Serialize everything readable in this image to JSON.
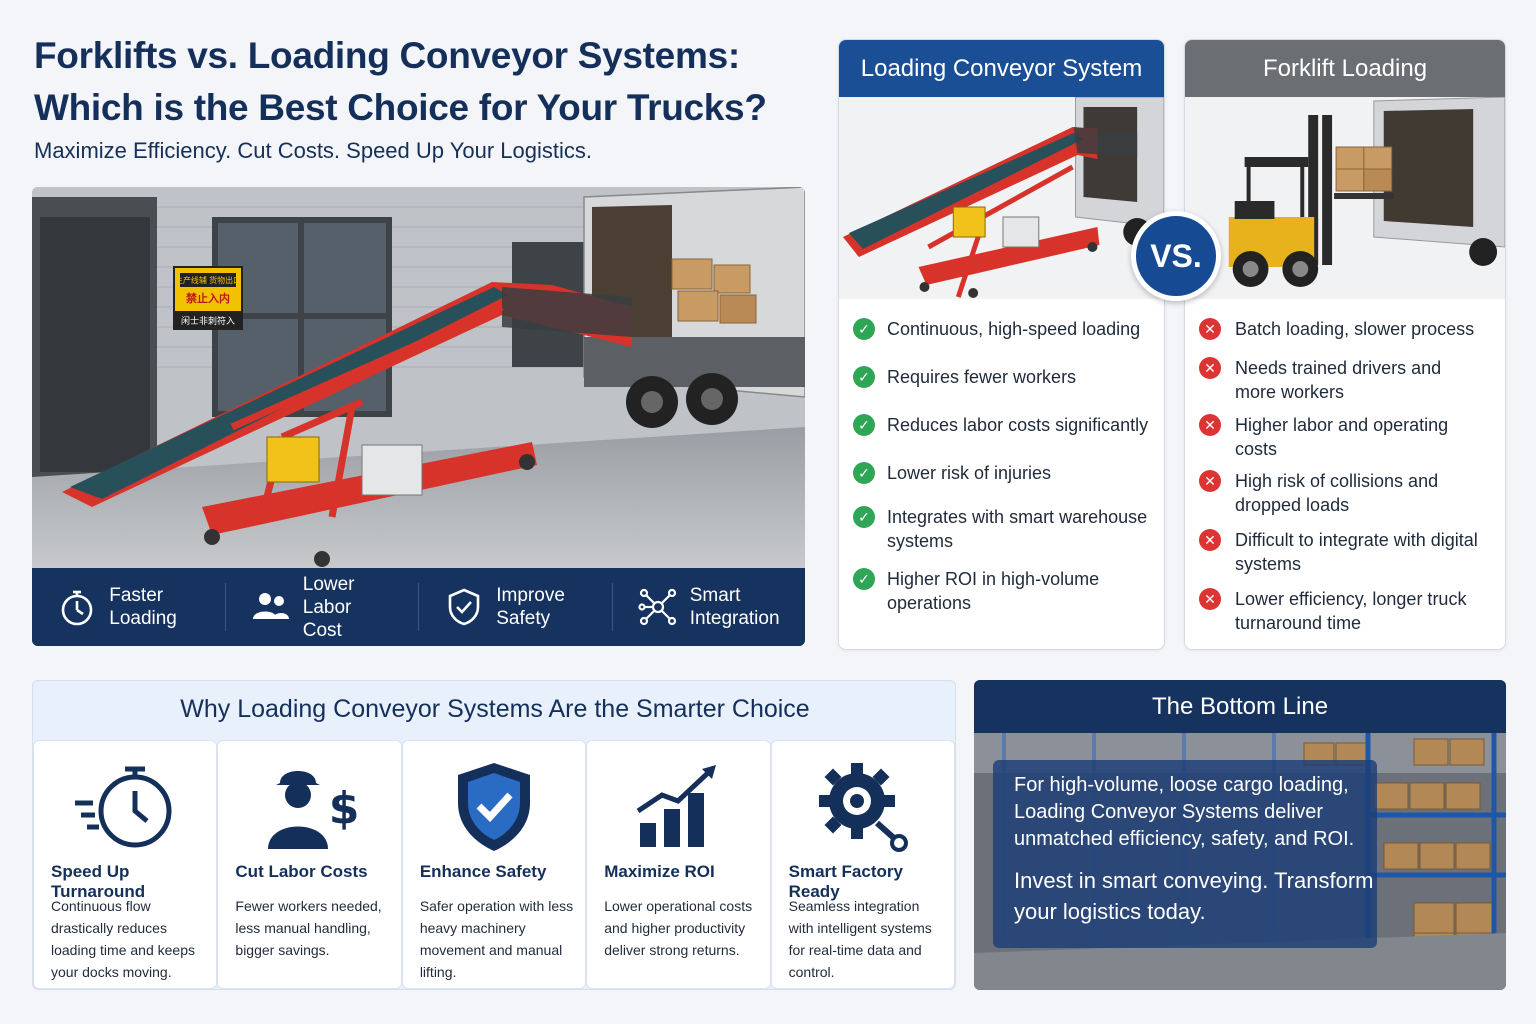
{
  "header": {
    "title": "Forklifts vs. Loading Conveyor Systems: Which is the Best Choice for Your Trucks?",
    "subtitle": "Maximize Efficiency. Cut Costs. Speed Up Your Logistics."
  },
  "hero": {
    "sign_lines": [
      "主产线辅  货物出口",
      "禁止入内",
      "闲士非刺符入"
    ],
    "features": [
      {
        "label": "Faster Loading",
        "icon": "stopwatch-icon"
      },
      {
        "label": "Lower Labor Cost",
        "icon": "people-icon"
      },
      {
        "label": "Improve Safety",
        "icon": "shield-check-icon"
      },
      {
        "label": "Smart Integration",
        "icon": "network-icon"
      }
    ]
  },
  "comparison": {
    "vs_label": "VS.",
    "conveyor": {
      "title": "Loading Conveyor System",
      "points": [
        "Continuous, high-speed loading",
        "Requires fewer workers",
        "Reduces labor costs significantly",
        "Lower risk of injuries",
        "Integrates with smart warehouse systems",
        "Higher ROI in high-volume operations"
      ]
    },
    "forklift": {
      "title": "Forklift Loading",
      "points": [
        "Batch loading, slower process",
        "Needs trained drivers and more workers",
        "Higher labor and operating costs",
        "High risk of collisions and dropped loads",
        "Difficult to integrate with digital systems",
        "Lower efficiency, longer truck turnaround time"
      ]
    }
  },
  "why": {
    "title": "Why Loading Conveyor Systems Are the Smarter Choice",
    "items": [
      {
        "heading": "Speed Up Turnaround",
        "text": "Continuous flow drastically reduces loading time and keeps your docks moving.",
        "icon": "stopwatch-icon"
      },
      {
        "heading": "Cut Labor Costs",
        "text": "Fewer workers needed, less manual handling, bigger savings.",
        "icon": "worker-dollar-icon"
      },
      {
        "heading": "Enhance Safety",
        "text": "Safer operation with less heavy machinery movement and manual lifting.",
        "icon": "shield-check-icon"
      },
      {
        "heading": "Maximize ROI",
        "text": "Lower operational costs and higher productivity deliver strong returns.",
        "icon": "growth-chart-icon"
      },
      {
        "heading": "Smart Factory Ready",
        "text": "Seamless integration with intelligent systems for real-time data and control.",
        "icon": "gear-icon"
      }
    ]
  },
  "bottom_line": {
    "title": "The Bottom Line",
    "statement": "For high-volume, loose cargo loading, Loading Conveyor Systems deliver unmatched efficiency, safety, and ROI.",
    "call_to_action": "Invest in smart conveying. Transform your logistics today."
  },
  "colors": {
    "navy": "#16325e",
    "accent_blue": "#1a4f95",
    "check_green": "#2ea655",
    "cross_red": "#dc3333",
    "forklift_gray": "#6b6e72"
  }
}
